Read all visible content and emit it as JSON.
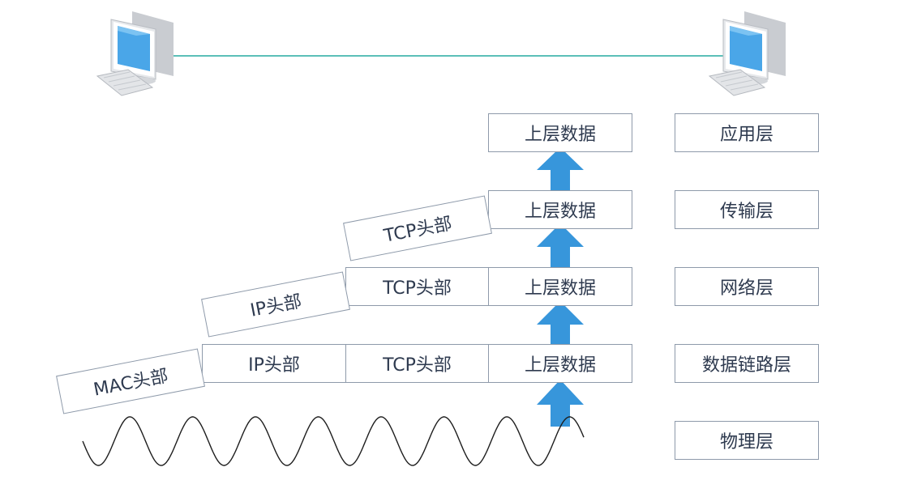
{
  "header": {
    "label": "上层数据"
  },
  "tcp": {
    "label": "TCP头部"
  },
  "ip": {
    "label": "IP头部"
  },
  "mac": {
    "label": "MAC头部"
  },
  "layers": {
    "application": "应用层",
    "transport": "传输层",
    "network": "网络层",
    "datalink": "数据链路层",
    "physical": "物理层"
  },
  "icons": {
    "left": "desktop-computer-icon",
    "right": "desktop-computer-icon",
    "arrow": "up-arrow-icon",
    "wave": "sine-wave-icon"
  },
  "colors": {
    "arrow": "#3796db",
    "link": "#5bbfb8",
    "screen": "#4aa6e8",
    "border": "#8e9aaa"
  }
}
